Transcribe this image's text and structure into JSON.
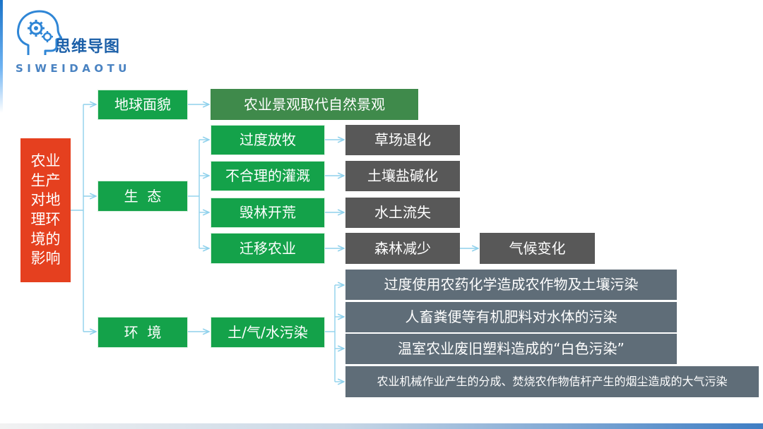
{
  "header": {
    "logo_title": "思维导图",
    "logo_subtitle": "SIWEIDAOTU",
    "icon": "head-gears-icon"
  },
  "colors": {
    "root": "#e5401f",
    "level1": "#14a24a",
    "level2_green": "#3f8a4b",
    "dark_box": "#585858",
    "slate_box": "#5f6d78",
    "connector": "#8fd1ec",
    "brand_blue": "#1b5fa8"
  },
  "mindmap": {
    "root": "农业生产对地理环境的影响",
    "branches": [
      {
        "label": "地球面貌",
        "children": [
          {
            "label": "农业景观取代自然景观"
          }
        ]
      },
      {
        "label": "生  态",
        "children": [
          {
            "label": "过度放牧",
            "result": "草场退化"
          },
          {
            "label": "不合理的灌溉",
            "result": "土壤盐碱化"
          },
          {
            "label": "毁林开荒",
            "result": "水土流失"
          },
          {
            "label": "迁移农业",
            "result": "森林减少",
            "further": "气候变化"
          }
        ]
      },
      {
        "label": "环  境",
        "children": [
          {
            "label": "土/气/水污染",
            "results": [
              "过度使用农药化学造成农作物及土壤污染",
              "人畜粪便等有机肥料对水体的污染",
              "温室农业废旧塑料造成的“白色污染”",
              "农业机械作业产生的分成、焚烧农作物佶杆产生的烟尘造成的大气污染"
            ]
          }
        ]
      }
    ]
  }
}
